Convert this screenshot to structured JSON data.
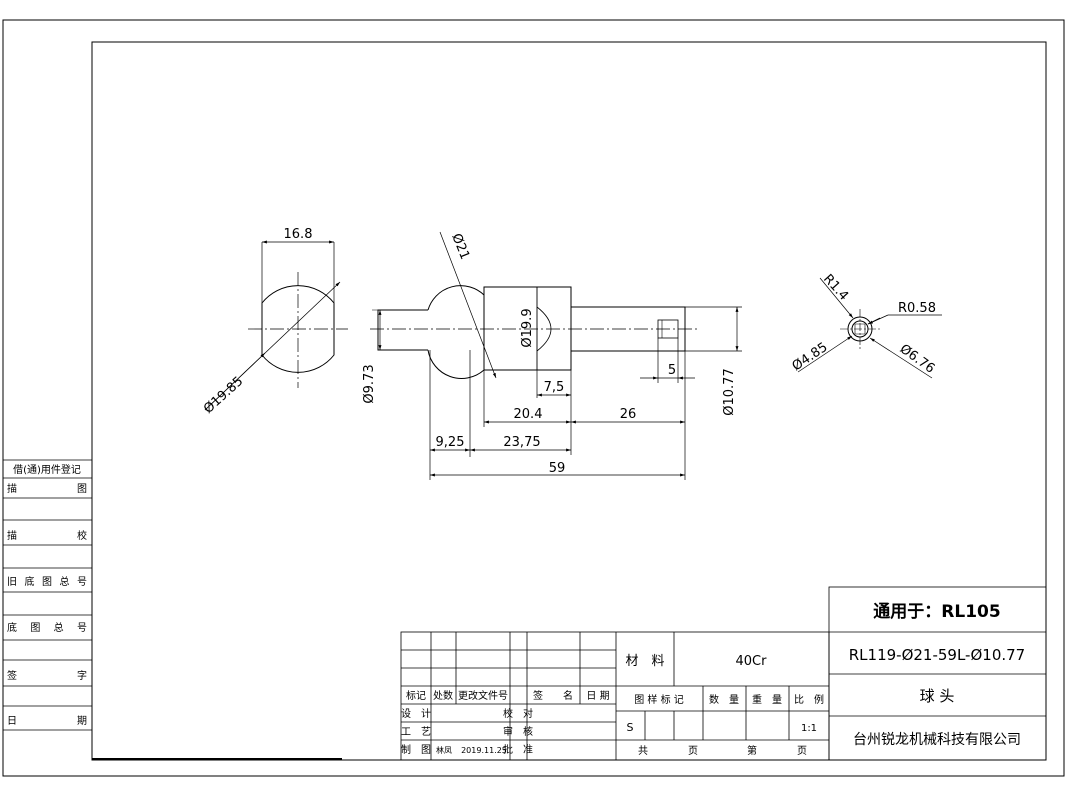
{
  "drawing": {
    "dimensions": {
      "width_16_8": "16.8",
      "dia_19_85": "Ø19.85",
      "dia_21": "Ø21",
      "dia_19_9": "Ø19.9",
      "dia_9_73": "Ø9.73",
      "dia_10_77": "Ø10.77",
      "len_7_5": "7,5",
      "len_5": "5",
      "len_20_4": "20.4",
      "len_26": "26",
      "len_9_25": "9,25",
      "len_23_75": "23,75",
      "len_59": "59",
      "r_1_4": "R1.4",
      "r_0_58": "R0.58",
      "dia_4_85": "Ø4.85",
      "dia_6_76": "Ø6.76"
    }
  },
  "side_panel": {
    "title": "借(通)用件登记",
    "rows": [
      "描　　　图",
      "描　　　校",
      "旧 底 图 总 号",
      "底　图　总　号",
      "签　　　字",
      "日　　　期"
    ]
  },
  "title_block": {
    "applies_to": "通用于：RL105",
    "drawing_number": "RL119-Ø21-59L-Ø10.77",
    "part_name": "球 头",
    "company": "台州锐龙机械科技有限公司",
    "material_label": "材　料",
    "material_value": "40Cr",
    "headers": {
      "mark": "标记",
      "count": "处数",
      "change_doc": "更改文件号",
      "signature": "签　　名",
      "date": "日 期"
    },
    "roles": {
      "design": "设　计",
      "process": "工　艺",
      "drafter": "制　图",
      "check": "校　对",
      "review": "审　核",
      "approve": "批　准"
    },
    "drafter_name": "林凤",
    "drafter_date": "2019.11.25",
    "stage_headers": {
      "sample_mark": "图 样 标 记",
      "quantity": "数　量",
      "weight": "重　量",
      "scale": "比　例"
    },
    "stage_mark": "S",
    "scale_value": "1:1",
    "sheets_total": "共　　　　页",
    "sheet_number": "第　　　　页"
  }
}
